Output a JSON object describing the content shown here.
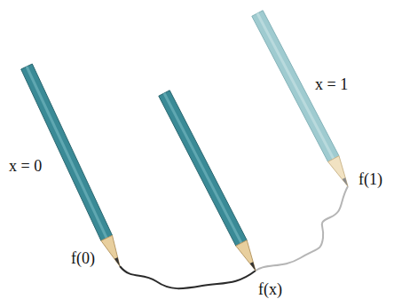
{
  "diagram": {
    "labels": [
      "x = 0",
      "f(0)",
      "f(x)",
      "x = 1",
      "f(1)"
    ]
  }
}
